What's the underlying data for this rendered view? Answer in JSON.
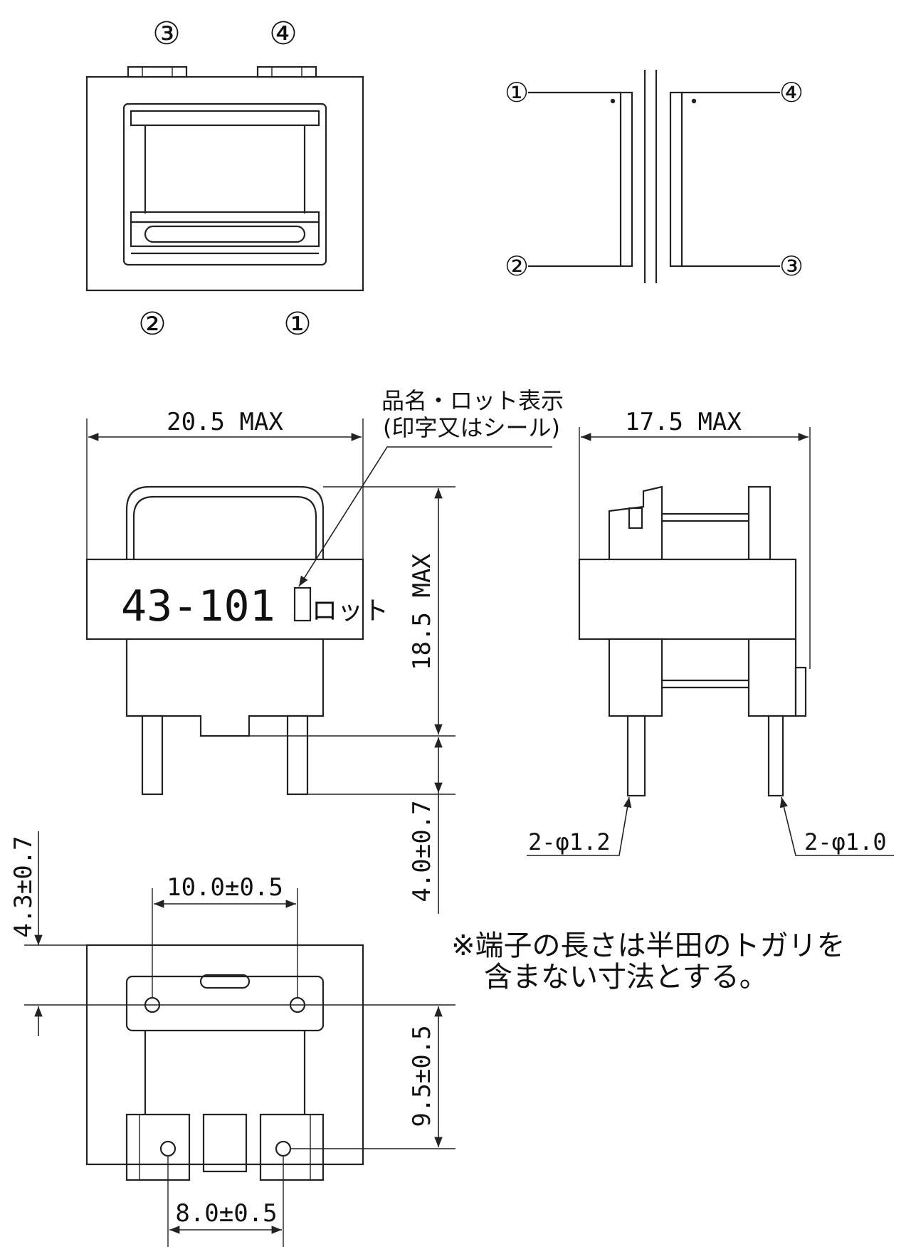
{
  "top_view": {
    "pins_top": [
      "③",
      "④"
    ],
    "pins_bottom": [
      "②",
      "①"
    ]
  },
  "schematic": {
    "pins": [
      "①",
      "②",
      "④",
      "③"
    ]
  },
  "front_view": {
    "marking_callout": [
      "品名・ロット表示",
      "(印字又はシール)"
    ],
    "part_number": "43-101",
    "lot_label": "ロット",
    "width_dim": "20.5 MAX",
    "height_dim": "18.5 MAX",
    "lead_dim": "4.0±0.7"
  },
  "side_view": {
    "depth_dim": "17.5 MAX",
    "pin_left": "2-φ1.2",
    "pin_right": "2-φ1.0"
  },
  "note": [
    "※端子の長さは半田のトガリを",
    "含まない寸法とする。"
  ],
  "bottom_view": {
    "offset_dim": "4.3±0.7",
    "pitch_top": "10.0±0.5",
    "row_spacing": "9.5±0.5",
    "pitch_bottom": "8.0±0.5"
  }
}
